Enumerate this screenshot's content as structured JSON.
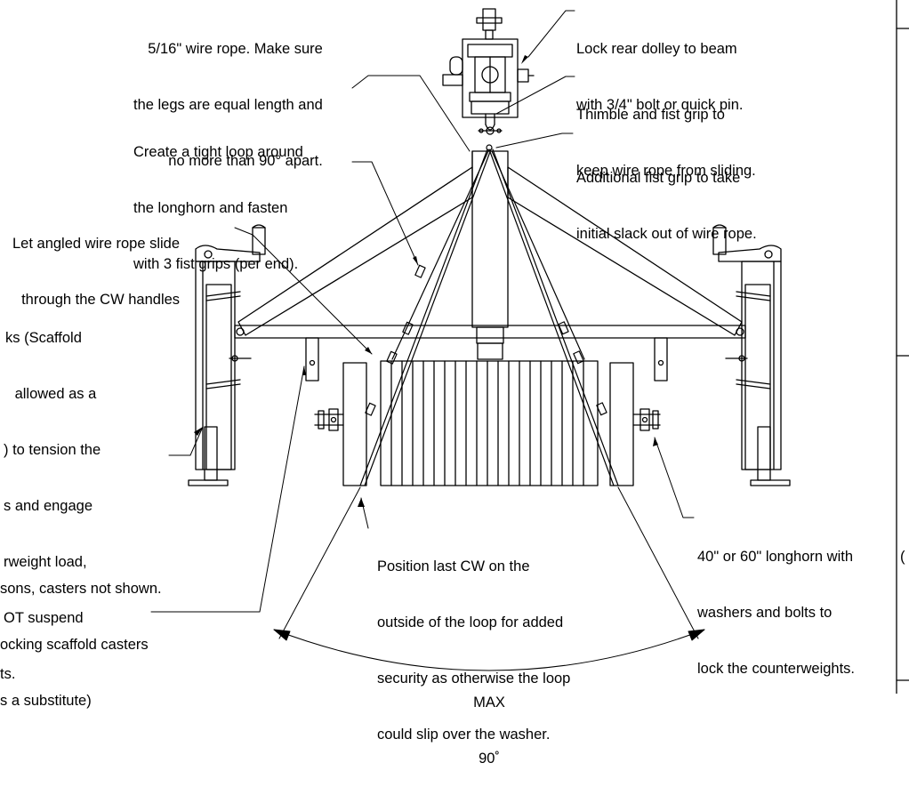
{
  "notes": {
    "wire_rope": {
      "lines": [
        "5/16\" wire rope. Make sure",
        "the legs are equal length and",
        "no more than 90° apart."
      ]
    },
    "lock_dolley": {
      "lines": [
        "Lock rear dolley to beam",
        "with 3/4\" bolt or quick pin."
      ]
    },
    "thimble": {
      "lines": [
        "Thimble and fist grip to",
        "keep wire rope from sliding."
      ]
    },
    "tight_loop": {
      "lines": [
        "Create a tight loop around",
        "the longhorn and fasten",
        "with 3 fist grips (per end)."
      ]
    },
    "additional_grip": {
      "lines": [
        "Additional fist grip to take",
        "initial slack out of wire rope."
      ]
    },
    "angled_rope": {
      "lines": [
        "Let angled wire rope slide",
        "through the CW handles"
      ]
    },
    "jacks": {
      "lines": [
        "ks (Scaffold",
        " allowed as a",
        ") to tension the",
        "s and engage",
        "rweight load,",
        "OT suspend",
        "ts."
      ]
    },
    "casters": {
      "lines": [
        "sons, casters not shown.",
        "ocking scaffold casters",
        "s a substitute)"
      ]
    },
    "last_cw": {
      "lines": [
        "Position last CW on the",
        "outside of the loop for added",
        "security as otherwise the loop",
        "could slip over the washer."
      ]
    },
    "longhorn": {
      "lines": [
        "40\" or 60\" longhorn with",
        "washers and bolts to",
        "lock the counterweights."
      ]
    },
    "angle_label": {
      "lines": [
        "MAX",
        "90˚"
      ]
    },
    "edge_fragment": {
      "lines": [
        "("
      ]
    }
  }
}
